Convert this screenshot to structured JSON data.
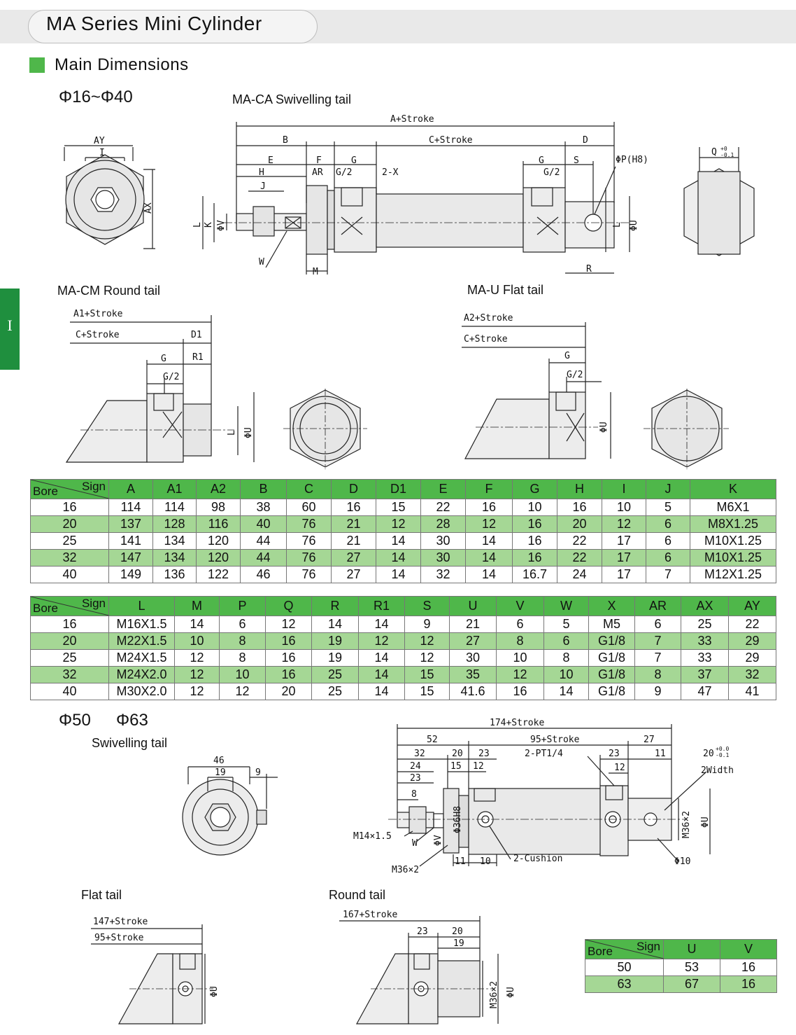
{
  "header": {
    "title": "MA Series Mini Cylinder"
  },
  "section": {
    "title": "Main Dimensions"
  },
  "side_tab": {
    "label": "I"
  },
  "colors": {
    "green": "#4fb74a",
    "light_green": "#a5d795",
    "accent_dark_green": "#1f8f3e"
  },
  "group1": {
    "bore_range": "Φ16~Φ40",
    "views": {
      "ca": "MA-CA Swivelling tail",
      "cm": "MA-CM Round tail",
      "u": "MA-U Flat tail"
    },
    "dims_ca": {
      "a_stroke": "A+Stroke",
      "b": "B",
      "c_stroke": "C+Stroke",
      "d": "D",
      "e": "E",
      "f": "F",
      "g": "G",
      "g2": "G/2",
      "h": "H",
      "ar": "AR",
      "x2": "2-X",
      "j": "J",
      "s": "S",
      "phip": "ΦP(H8)",
      "l": "L",
      "k": "K",
      "phiv": "ΦV",
      "phiu": "ΦU",
      "w": "W",
      "m": "M",
      "r": "R",
      "q": "Q",
      "q_tol_upper": "+0",
      "q_tol_lower": "-0.1",
      "ay": "AY",
      "i": "I",
      "ax": "AX"
    },
    "dims_cm": {
      "a1_stroke": "A1+Stroke",
      "c_stroke": "C+Stroke",
      "d1": "D1",
      "g": "G",
      "r1": "R1",
      "g2": "G/2",
      "l": "L",
      "phiu": "ΦU"
    },
    "dims_u": {
      "a2_stroke": "A2+Stroke",
      "c_stroke": "C+Stroke",
      "g": "G",
      "g2": "G/2",
      "phiu": "ΦU"
    }
  },
  "table1": {
    "corner_sign": "Sign",
    "corner_bore": "Bore",
    "headers": [
      "A",
      "A1",
      "A2",
      "B",
      "C",
      "D",
      "D1",
      "E",
      "F",
      "G",
      "H",
      "I",
      "J",
      "K"
    ],
    "rows": [
      [
        "16",
        "114",
        "114",
        "98",
        "38",
        "60",
        "16",
        "15",
        "22",
        "16",
        "10",
        "16",
        "10",
        "5",
        "M6X1"
      ],
      [
        "20",
        "137",
        "128",
        "116",
        "40",
        "76",
        "21",
        "12",
        "28",
        "12",
        "16",
        "20",
        "12",
        "6",
        "M8X1.25"
      ],
      [
        "25",
        "141",
        "134",
        "120",
        "44",
        "76",
        "21",
        "14",
        "30",
        "14",
        "16",
        "22",
        "17",
        "6",
        "M10X1.25"
      ],
      [
        "32",
        "147",
        "134",
        "120",
        "44",
        "76",
        "27",
        "14",
        "30",
        "14",
        "16",
        "22",
        "17",
        "6",
        "M10X1.25"
      ],
      [
        "40",
        "149",
        "136",
        "122",
        "46",
        "76",
        "27",
        "14",
        "32",
        "14",
        "16.7",
        "24",
        "17",
        "7",
        "M12X1.25"
      ]
    ]
  },
  "table2": {
    "corner_sign": "Sign",
    "corner_bore": "Bore",
    "headers": [
      "L",
      "M",
      "P",
      "Q",
      "R",
      "R1",
      "S",
      "U",
      "V",
      "W",
      "X",
      "AR",
      "AX",
      "AY"
    ],
    "rows": [
      [
        "16",
        "M16X1.5",
        "14",
        "6",
        "12",
        "14",
        "14",
        "9",
        "21",
        "6",
        "5",
        "M5",
        "6",
        "25",
        "22"
      ],
      [
        "20",
        "M22X1.5",
        "10",
        "8",
        "16",
        "19",
        "12",
        "12",
        "27",
        "8",
        "6",
        "G1/8",
        "7",
        "33",
        "29"
      ],
      [
        "25",
        "M24X1.5",
        "12",
        "8",
        "16",
        "19",
        "14",
        "12",
        "30",
        "10",
        "8",
        "G1/8",
        "7",
        "33",
        "29"
      ],
      [
        "32",
        "M24X2.0",
        "12",
        "10",
        "16",
        "25",
        "14",
        "15",
        "35",
        "12",
        "10",
        "G1/8",
        "8",
        "37",
        "32"
      ],
      [
        "40",
        "M30X2.0",
        "12",
        "12",
        "20",
        "25",
        "14",
        "15",
        "41.6",
        "16",
        "14",
        "G1/8",
        "9",
        "47",
        "41"
      ]
    ]
  },
  "group2": {
    "bore_a": "Φ50",
    "bore_b": "Φ63",
    "swivel_label": "Swivelling tail",
    "flat_label": "Flat tail",
    "round_label": "Round tail",
    "end_dims": {
      "d46": "46",
      "d19": "19",
      "d9": "9"
    },
    "main_dims": {
      "a": "174+Stroke",
      "d52": "52",
      "c": "95+Stroke",
      "d27": "27",
      "d32": "32",
      "d20": "20",
      "d23a": "23",
      "port": "2-PT1/4",
      "d23b": "23",
      "d11a": "11",
      "d24": "24",
      "d15": "15",
      "d12a": "12",
      "d12b": "12",
      "d23c": "23",
      "d8": "8",
      "width_tol": "20",
      "tol_upper": "+0.0",
      "tol_lower": "-0.1",
      "width": "2Width",
      "thread": "M14×1.5",
      "w": "W",
      "phiv": "ΦV",
      "phi36": "Φ36H8",
      "m36a": "M36×2",
      "m36b": "M36×2",
      "phiu": "ΦU",
      "d11b": "11",
      "d10": "10",
      "cushion": "2-Cushion",
      "phi10": "Φ10"
    },
    "flat_dims": {
      "a": "147+Stroke",
      "c": "95+Stroke",
      "phiu": "ΦU"
    },
    "round_dims": {
      "a": "167+Stroke",
      "d23": "23",
      "d20": "20",
      "d19": "19",
      "m36": "M36×2",
      "phiu": "ΦU"
    }
  },
  "table3": {
    "corner_sign": "Sign",
    "corner_bore": "Bore",
    "headers": [
      "U",
      "V"
    ],
    "rows": [
      [
        "50",
        "53",
        "16"
      ],
      [
        "63",
        "67",
        "16"
      ]
    ]
  }
}
